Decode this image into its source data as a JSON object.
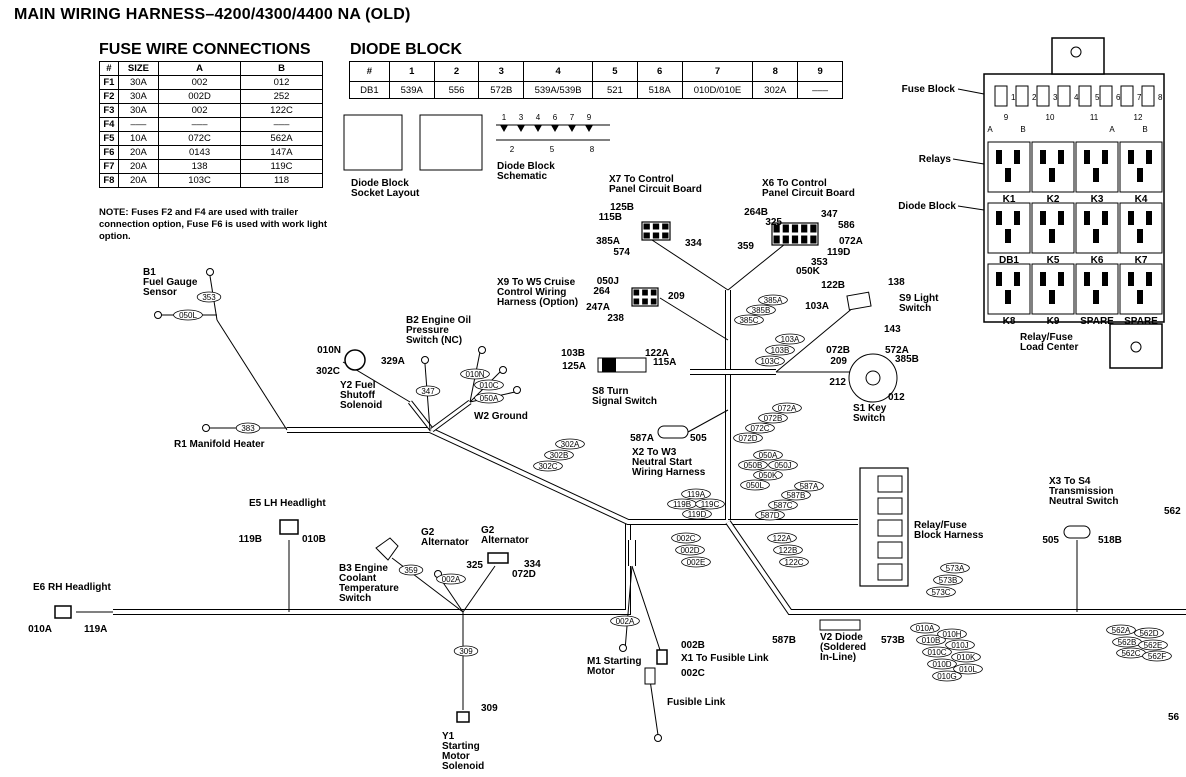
{
  "title": "MAIN WIRING HARNESS–4200/4300/4400 NA (OLD)",
  "fuse_table": {
    "title": "FUSE WIRE CONNECTIONS",
    "headers": [
      "#",
      "SIZE",
      "A",
      "B"
    ],
    "rows": [
      [
        "F1",
        "30A",
        "002",
        "012"
      ],
      [
        "F2",
        "30A",
        "002D",
        "252"
      ],
      [
        "F3",
        "30A",
        "002",
        "122C"
      ],
      [
        "F4",
        "–––",
        "–––",
        "–––"
      ],
      [
        "F5",
        "10A",
        "072C",
        "562A"
      ],
      [
        "F6",
        "20A",
        "0143",
        "147A"
      ],
      [
        "F7",
        "20A",
        "138",
        "119C"
      ],
      [
        "F8",
        "20A",
        "103C",
        "118"
      ]
    ]
  },
  "note": "NOTE: Fuses F2 and F4 are used with trailer connection option, Fuse F6 is used with work light option.",
  "diode_table": {
    "title": "DIODE BLOCK",
    "headers": [
      "#",
      "1",
      "2",
      "3",
      "4",
      "5",
      "6",
      "7",
      "8",
      "9"
    ],
    "row": [
      "DB1",
      "539A",
      "556",
      "572B",
      "539A/539B",
      "521",
      "518A",
      "010D/010E",
      "302A",
      "–––"
    ]
  },
  "labels": {
    "diode_socket": [
      "Diode Block",
      "Socket Layout"
    ],
    "diode_schematic": [
      "Diode Block",
      "Schematic"
    ],
    "x7": [
      "X7 To Control",
      "Panel Circuit Board"
    ],
    "x6": [
      "X6 To Control",
      "Panel Circuit Board"
    ],
    "x9": [
      "X9 To W5 Cruise",
      "Control Wiring",
      "Harness (Option)"
    ],
    "s9": [
      "S9 Light",
      "Switch"
    ],
    "b1": [
      "B1",
      "Fuel Gauge",
      "Sensor"
    ],
    "b2": [
      "B2 Engine Oil",
      "Pressure",
      "Switch (NC)"
    ],
    "y2": [
      "Y2 Fuel",
      "Shutoff",
      "Solenoid"
    ],
    "w2": "W2 Ground",
    "r1": "R1 Manifold Heater",
    "s8": [
      "S8 Turn",
      "Signal Switch"
    ],
    "s1": [
      "S1 Key",
      "Switch"
    ],
    "x2": [
      "X2 To W3",
      "Neutral Start",
      "Wiring Harness"
    ],
    "e5": "E5 LH Headlight",
    "e6": "E6 RH Headlight",
    "g2a": [
      "G2",
      "Alternator"
    ],
    "g2b": [
      "G2",
      "Alternator"
    ],
    "b3": [
      "B3 Engine",
      "Coolant",
      "Temperature",
      "Switch"
    ],
    "relay_harness": [
      "Relay/Fuse",
      "Block Harness"
    ],
    "x3": [
      "X3 To S4",
      "Transmission",
      "Neutral Switch"
    ],
    "m1": [
      "M1 Starting",
      "Motor"
    ],
    "x1": "X1 To Fusible Link",
    "fusible": "Fusible Link",
    "v2": [
      "V2 Diode",
      "(Soldered",
      "In-Line)"
    ],
    "y1": [
      "Y1",
      "Starting",
      "Motor",
      "Solenoid"
    ],
    "fuse_block": "Fuse Block",
    "relays": "Relays",
    "diode_block": "Diode Block",
    "relay_center": [
      "Relay/Fuse",
      "Load Center"
    ]
  },
  "relay_center": {
    "fuse_nums_top": [
      "1",
      "2",
      "3",
      "4",
      "5",
      "6",
      "7",
      "8"
    ],
    "fuse_nums_bottom": [
      "9",
      "10",
      "11",
      "12"
    ],
    "ab": [
      "A",
      "B",
      "A",
      "B"
    ],
    "row1": [
      "K1",
      "K2",
      "K3",
      "K4"
    ],
    "row2": [
      "DB1",
      "K5",
      "K6",
      "K7"
    ],
    "row3": [
      "K8",
      "K9",
      "SPARE",
      "SPARE"
    ]
  },
  "terminals": {
    "x7": [
      "125B",
      "115B",
      "385A",
      "574",
      "334"
    ],
    "x6": [
      "264B",
      "325",
      "359",
      "347",
      "586",
      "072A",
      "119D",
      "353",
      "050K"
    ],
    "x9": [
      "050J",
      "264",
      "247A",
      "238",
      "209"
    ],
    "s9": [
      "122B",
      "103A",
      "138",
      "143"
    ],
    "y2": [
      "010N",
      "302C",
      "329A"
    ],
    "s8": [
      "103B",
      "125A",
      "122A",
      "115A"
    ],
    "s1": [
      "072B",
      "209",
      "212",
      "572A",
      "385B",
      "012"
    ],
    "x2": [
      "587A",
      "505"
    ],
    "e5": [
      "119B",
      "010B"
    ],
    "e6": [
      "010A",
      "119A"
    ],
    "g2b": [
      "325",
      "334",
      "072D"
    ],
    "x3": [
      "505",
      "518B"
    ],
    "x1": [
      "002B",
      "002C"
    ],
    "v2": [
      "587B",
      "573B"
    ],
    "y1": [
      "309"
    ]
  },
  "wire_tags": {
    "b1": [
      "353",
      "050L"
    ],
    "r1": [
      "383"
    ],
    "b2": [
      "347"
    ],
    "w2": [
      "010N",
      "010C",
      "050A"
    ],
    "g2a": [
      "359",
      "002A"
    ],
    "trunk302": [
      "302A",
      "302B",
      "302C"
    ],
    "y1": [
      "309"
    ],
    "m1": [
      "002A"
    ],
    "x7group": [
      "385A",
      "385B",
      "385C"
    ],
    "s9group": [
      "103A",
      "103B",
      "103C"
    ],
    "s1group": [
      "072A",
      "072B",
      "072C",
      "072D"
    ],
    "x2group": [
      "050A",
      "050B",
      "050J",
      "050K",
      "050L"
    ],
    "mid119": [
      "119A",
      "119B",
      "119C",
      "119D"
    ],
    "group587": [
      "587A",
      "587B",
      "587C",
      "587D"
    ],
    "group002": [
      "002C",
      "002D",
      "002E"
    ],
    "group122": [
      "122A",
      "122B",
      "122C"
    ],
    "group573": [
      "573A",
      "573B",
      "573C"
    ],
    "group010": [
      "010A",
      "010B",
      "010H",
      "010J",
      "010C",
      "010K",
      "010D",
      "010L",
      "010G"
    ],
    "group562": [
      "562A",
      "562B",
      "562C",
      "562D",
      "562E",
      "562F"
    ],
    "edge": [
      "562",
      "56",
      "56"
    ]
  }
}
